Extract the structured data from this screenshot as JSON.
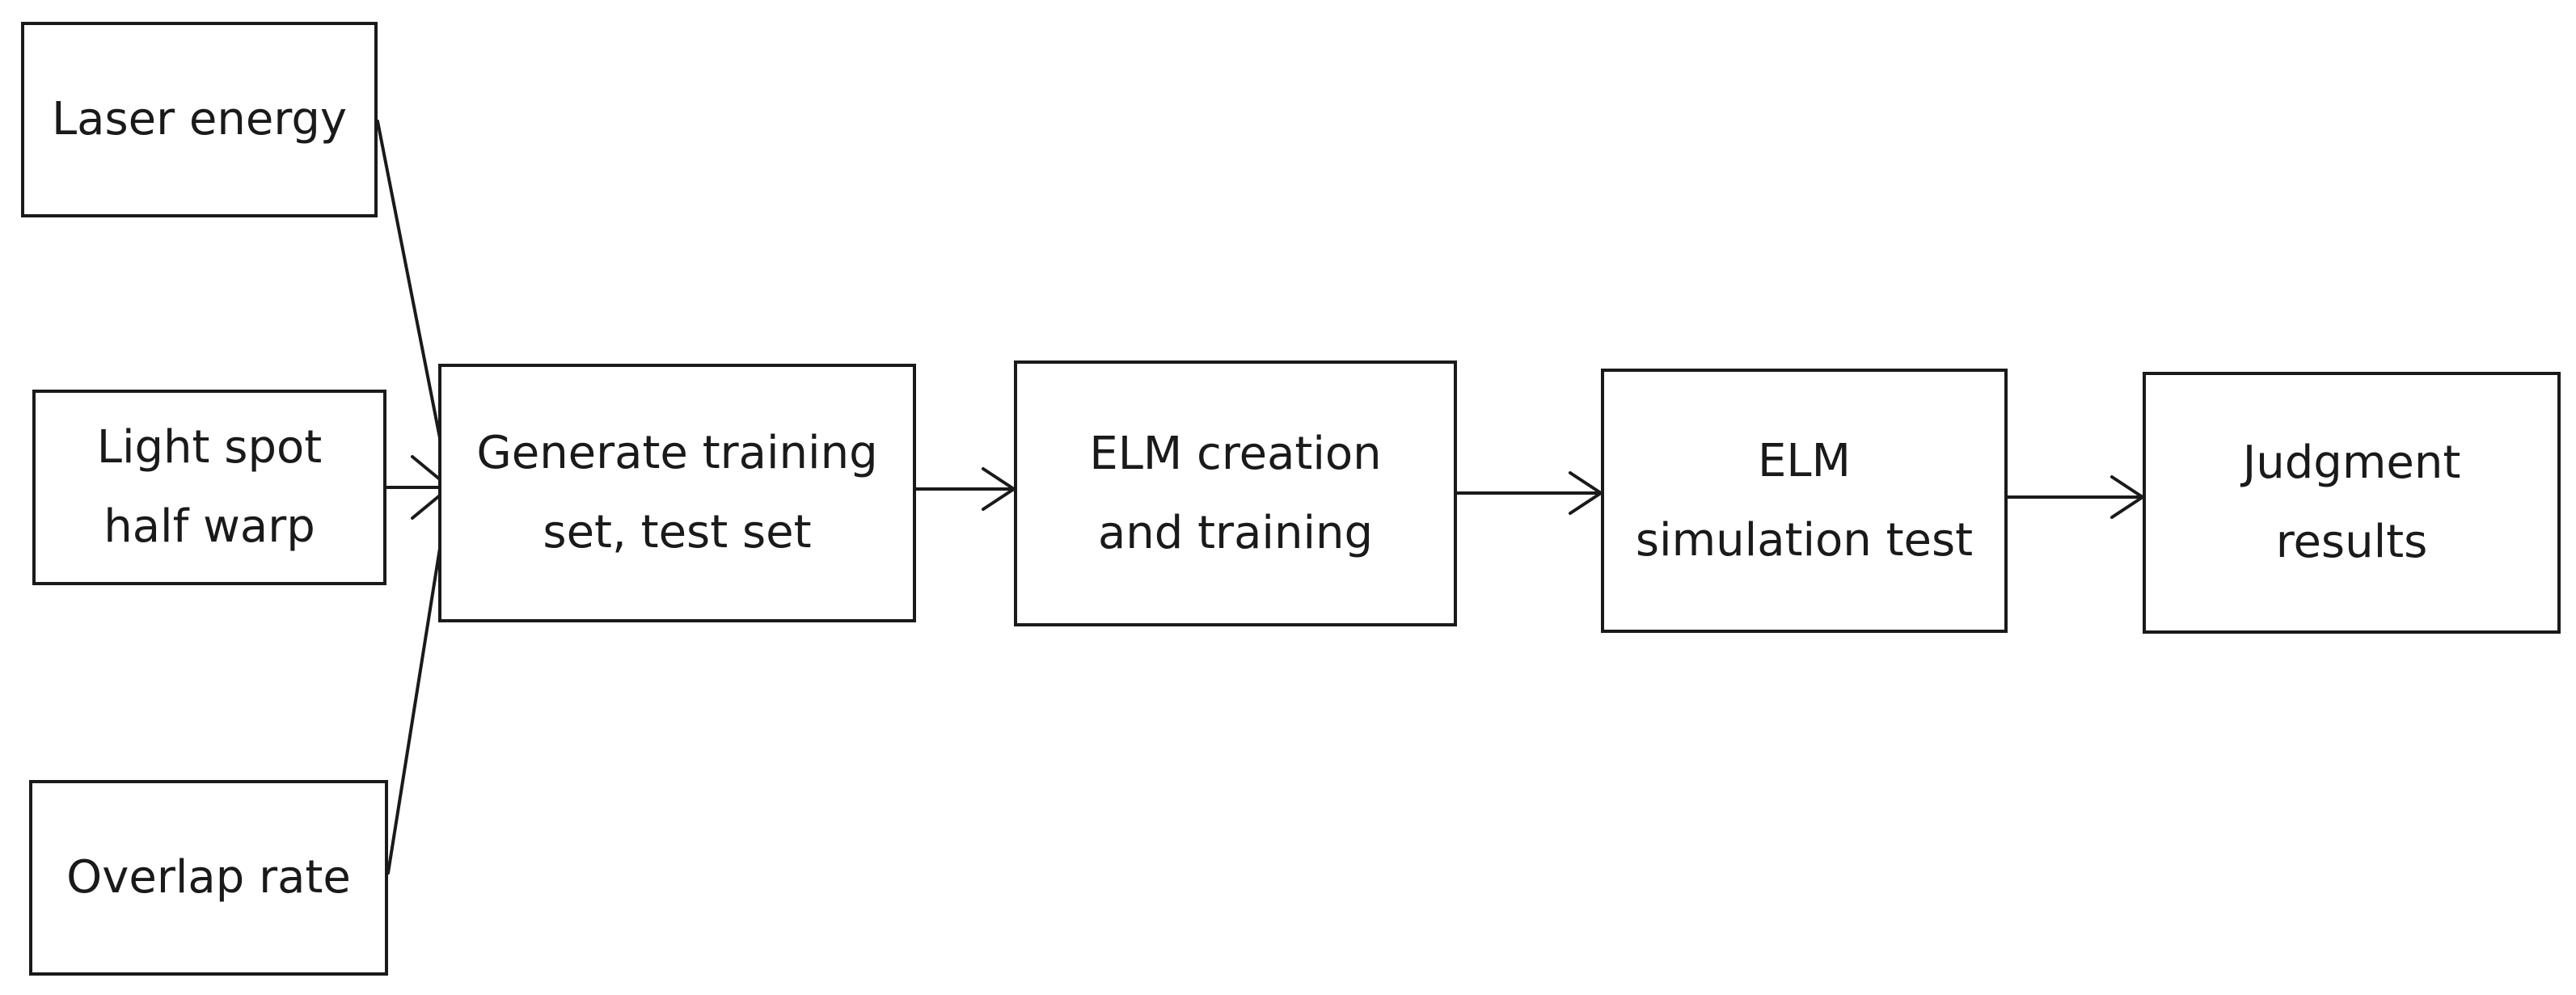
{
  "diagram": {
    "type": "flowchart",
    "direction": "left-to-right",
    "colors": {
      "line": "#1a1a1a",
      "text": "#1a1a1a",
      "background": "#ffffff"
    },
    "inputs": {
      "laser_energy": "Laser energy",
      "light_spot": "Light spot\nhalf warp",
      "overlap_rate": "Overlap rate"
    },
    "steps": {
      "generate": "Generate training\nset, test set",
      "elm_creation": "ELM creation\nand training",
      "elm_simulation": "ELM\nsimulation test",
      "judgment": "Judgment\nresults"
    },
    "edges": [
      {
        "from": "Laser energy",
        "to": "Generate training set, test set"
      },
      {
        "from": "Light spot half warp",
        "to": "Generate training set, test set"
      },
      {
        "from": "Overlap rate",
        "to": "Generate training set, test set"
      },
      {
        "from": "Generate training set, test set",
        "to": "ELM creation and training"
      },
      {
        "from": "ELM creation and training",
        "to": "ELM simulation test"
      },
      {
        "from": "ELM simulation test",
        "to": "Judgment results"
      }
    ]
  }
}
